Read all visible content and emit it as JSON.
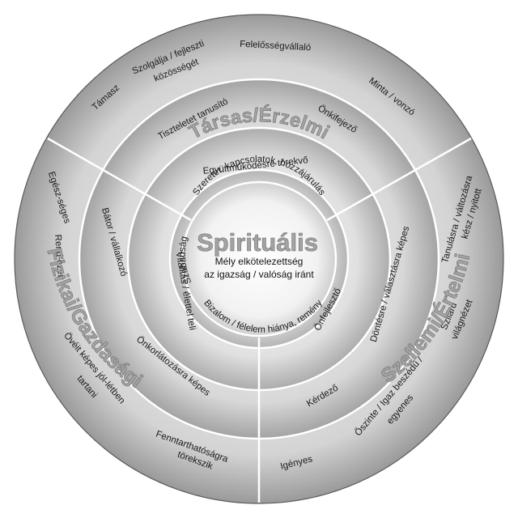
{
  "center": {
    "title": "Spirituális",
    "line1": "Mély elkötelezettség",
    "line2": "az igazság / valóság  iránt"
  },
  "sections": {
    "social": "Társas/Érzelmi",
    "physical": "Fizikai/Gazdasági",
    "mental": "Szellemi/Értelmi"
  },
  "inner_ring": {
    "top": "Szeretet, kapcsolatok, hozzájárulás",
    "left": "Szabadság",
    "bottom": "Bizalom / félelem hiánya, remény"
  },
  "ring2": {
    "social": "Együttműködésre törekvő",
    "physical": "Vitalitás / élettel teli",
    "mental": "Önfejlesztő"
  },
  "ring3": {
    "social_a": "Tiszteletet tanusító",
    "social_b": "Önkifejező",
    "physical_a": "Bátor / vállalkozó",
    "physical_b": "Önkorlátozásra képes",
    "mental_a": "Döntésre / választásra képes",
    "mental_b": "Kérdező"
  },
  "outer": {
    "tamasz": "Támasz",
    "szolgalja_1": "Szolgálja / fejleszti",
    "szolgalja_2": "közösségét",
    "felelosseg": "Felelősségvállaló",
    "minta": "Minta / vonzó",
    "egeszseges": "Egész-séges",
    "rendezett": "Rend-ezett",
    "ovet_1": "Övéit képes jól-létben",
    "ovet_2": "tartani",
    "fenntart_1": "Fenntarthatóságra",
    "fenntart_2": "törekszik",
    "tanulas_1": "Tanulásra / változásra",
    "tanulas_2": "kész / nyitott",
    "szilard_1": "Szilárd",
    "szilard_2": "világnézet",
    "oszinte_1": "Őszinte / Igaz beszédű /",
    "oszinte_2": "egyenes",
    "igenyes": "Igényes"
  }
}
